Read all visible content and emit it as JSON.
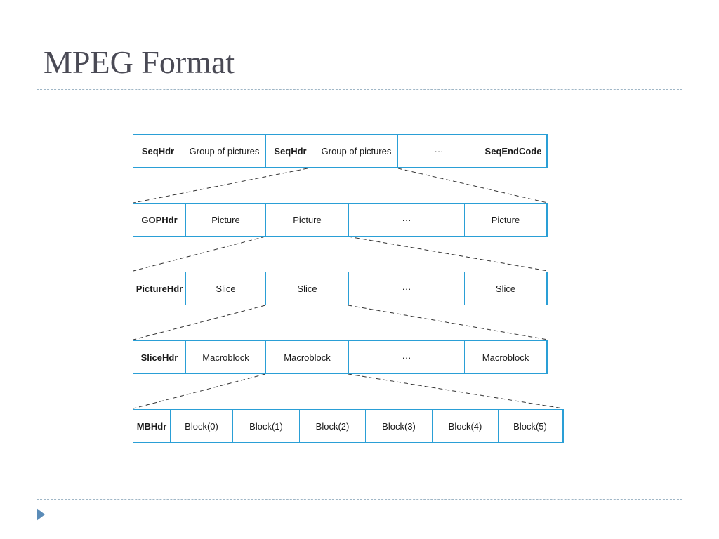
{
  "title": "MPEG Format",
  "rows": [
    {
      "cells": [
        {
          "text": "SeqHdr",
          "bold": true
        },
        {
          "text": "Group of pictures",
          "bold": false
        },
        {
          "text": "SeqHdr",
          "bold": true
        },
        {
          "text": "Group of pictures",
          "bold": false
        },
        {
          "text": "···",
          "bold": false
        },
        {
          "text": "SeqEndCode",
          "bold": true
        }
      ]
    },
    {
      "cells": [
        {
          "text": "GOPHdr",
          "bold": true
        },
        {
          "text": "Picture",
          "bold": false
        },
        {
          "text": "Picture",
          "bold": false
        },
        {
          "text": "···",
          "bold": false
        },
        {
          "text": "Picture",
          "bold": false
        }
      ]
    },
    {
      "cells": [
        {
          "text": "PictureHdr",
          "bold": true
        },
        {
          "text": "Slice",
          "bold": false
        },
        {
          "text": "Slice",
          "bold": false
        },
        {
          "text": "···",
          "bold": false
        },
        {
          "text": "Slice",
          "bold": false
        }
      ]
    },
    {
      "cells": [
        {
          "text": "SliceHdr",
          "bold": true
        },
        {
          "text": "Macroblock",
          "bold": false
        },
        {
          "text": "Macroblock",
          "bold": false
        },
        {
          "text": "···",
          "bold": false
        },
        {
          "text": "Macroblock",
          "bold": false
        }
      ]
    },
    {
      "cells": [
        {
          "text": "MBHdr",
          "bold": true
        },
        {
          "text": "Block(0)",
          "bold": false
        },
        {
          "text": "Block(1)",
          "bold": false
        },
        {
          "text": "Block(2)",
          "bold": false
        },
        {
          "text": "Block(3)",
          "bold": false
        },
        {
          "text": "Block(4)",
          "bold": false
        },
        {
          "text": "Block(5)",
          "bold": false
        }
      ]
    }
  ],
  "colors": {
    "cell_border": "#2a9fd6",
    "title": "#4a4a55",
    "rule": "#9fb6c6",
    "bullet": "#5b8cb8"
  }
}
